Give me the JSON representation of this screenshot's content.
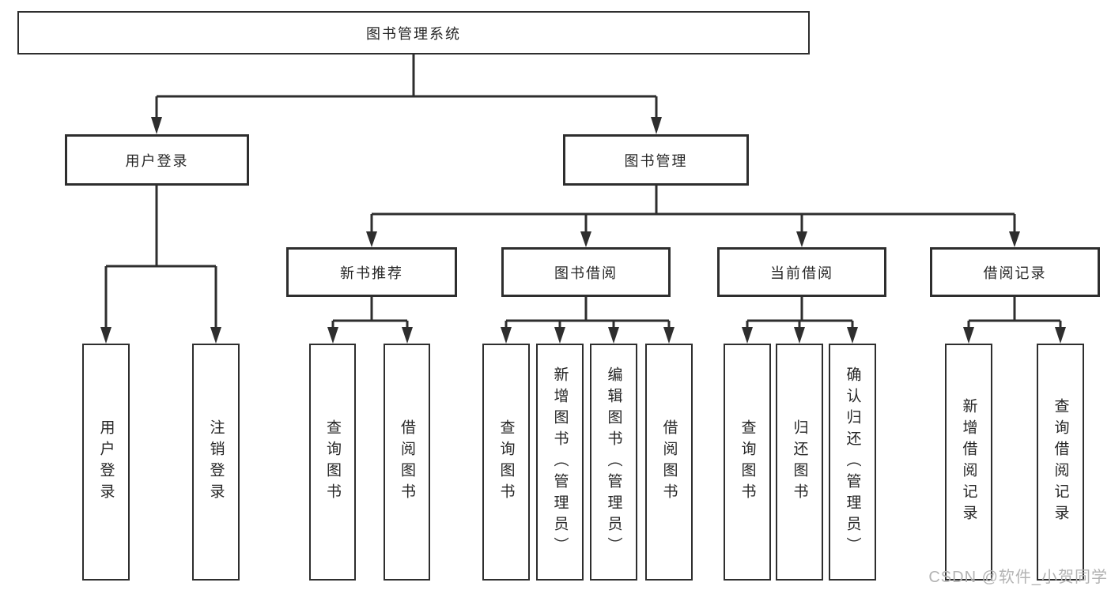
{
  "tree": {
    "root": {
      "label": "图书管理系统"
    },
    "user_login_branch": {
      "label": "用户登录",
      "children": [
        {
          "label": "用户登录"
        },
        {
          "label": "注销登录"
        }
      ]
    },
    "book_mgmt_branch": {
      "label": "图书管理",
      "sections": [
        {
          "label": "新书推荐",
          "children": [
            {
              "label": "查询图书"
            },
            {
              "label": "借阅图书"
            }
          ]
        },
        {
          "label": "图书借阅",
          "children": [
            {
              "label": "查询图书"
            },
            {
              "label": "新增图书（管理员）"
            },
            {
              "label": "编辑图书（管理员）"
            },
            {
              "label": "借阅图书"
            }
          ]
        },
        {
          "label": "当前借阅",
          "children": [
            {
              "label": "查询图书"
            },
            {
              "label": "归还图书"
            },
            {
              "label": "确认归还（管理员）"
            }
          ]
        },
        {
          "label": "借阅记录",
          "children": [
            {
              "label": "新增借阅记录"
            },
            {
              "label": "查询借阅记录"
            }
          ]
        }
      ]
    }
  },
  "watermark": {
    "text": "CSDN @软件_小贺同学"
  },
  "colors": {
    "line": "#2e2e2e",
    "border": "#2e2e2e",
    "text": "#262626",
    "background": "#ffffff",
    "watermark": "#b3b3b3"
  }
}
